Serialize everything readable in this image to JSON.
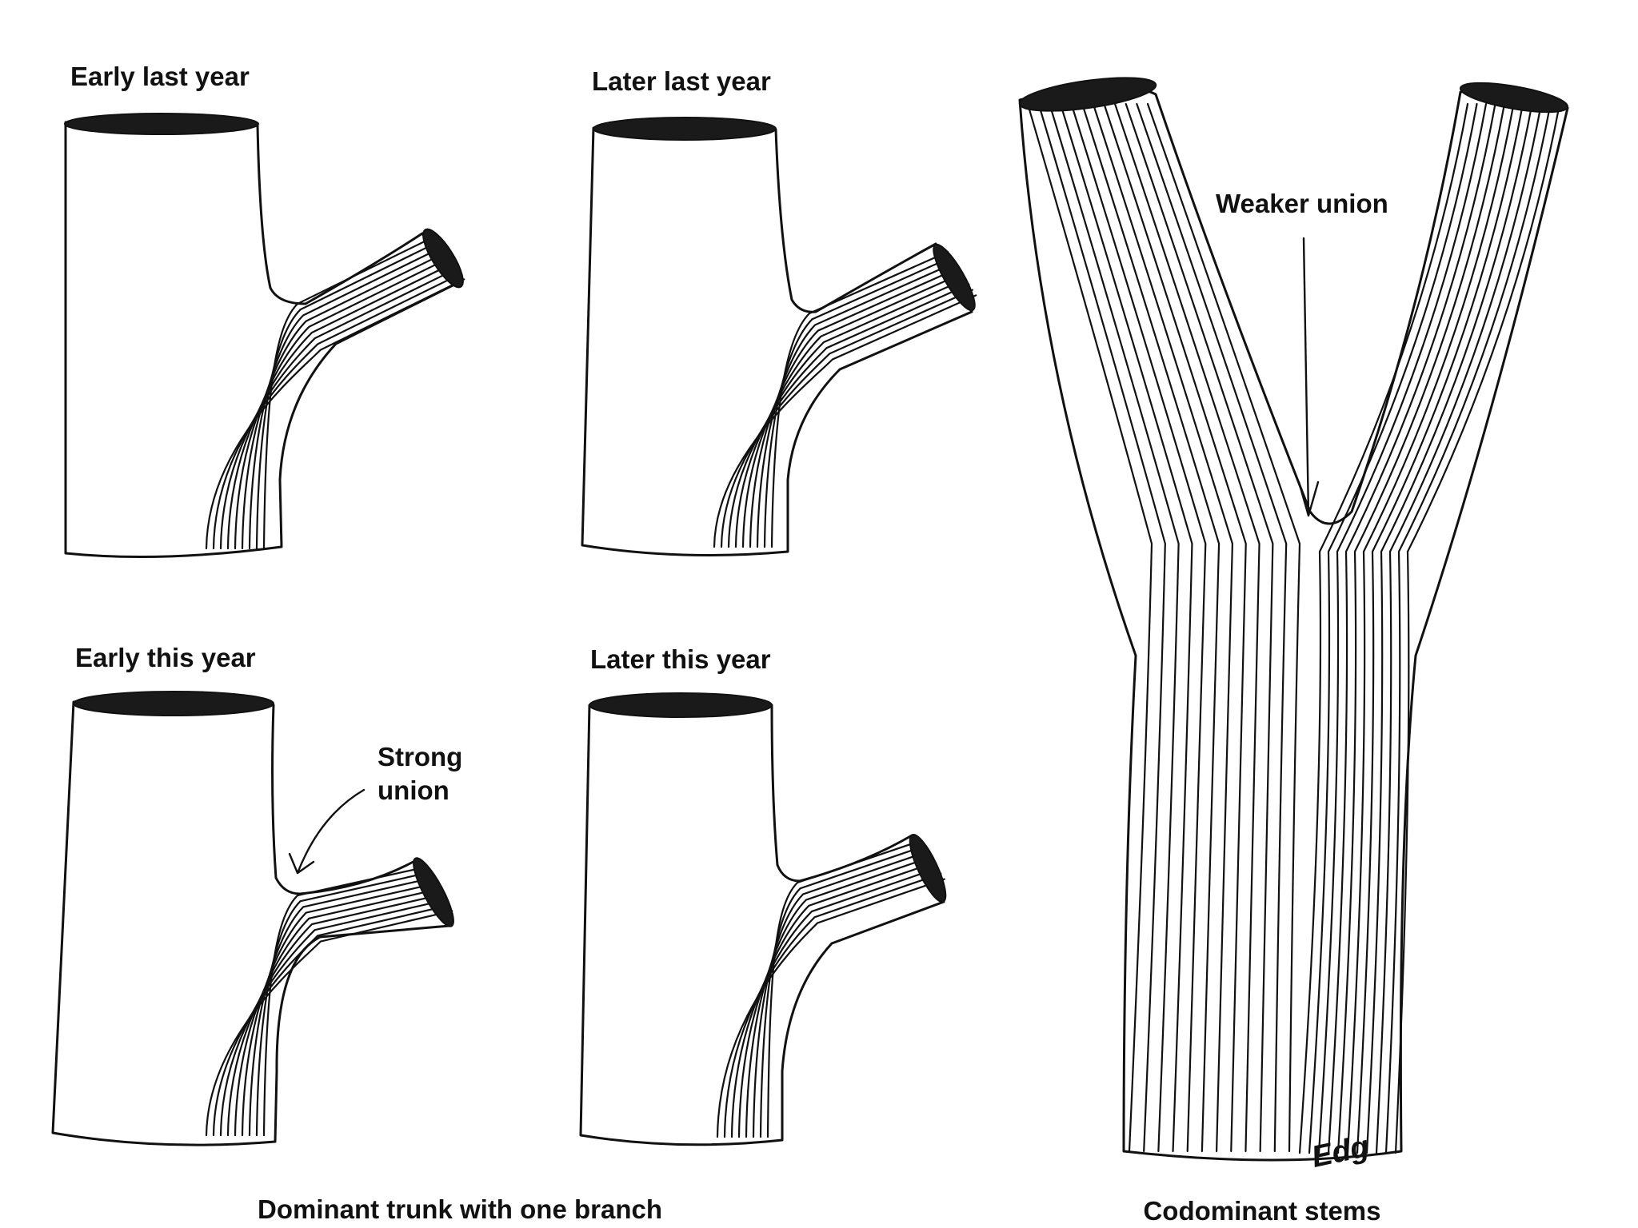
{
  "panels": {
    "early_last_year": {
      "label": "Early last year"
    },
    "later_last_year": {
      "label": "Later last year"
    },
    "early_this_year": {
      "label": "Early this year"
    },
    "later_this_year": {
      "label": "Later this year"
    },
    "codominant": {
      "label": "Weaker union"
    }
  },
  "annotations": {
    "strong_union_line1": "Strong",
    "strong_union_line2": "union"
  },
  "captions": {
    "left": "Dominant trunk with one branch",
    "right": "Codominant stems"
  },
  "signature": "Edg",
  "colors": {
    "ink": "#111111",
    "background": "#ffffff",
    "cut_face": "#1a1a1a"
  }
}
